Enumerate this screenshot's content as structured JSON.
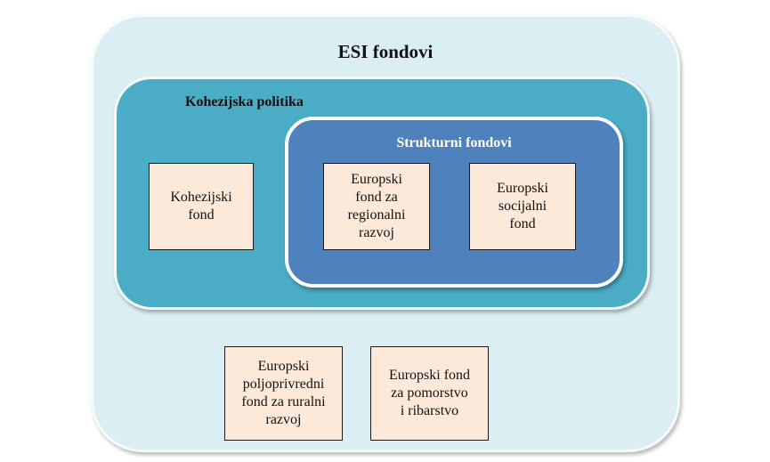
{
  "diagram": {
    "outer": {
      "title": "ESI fondovi"
    },
    "cohesion_policy": {
      "title": "Kohezijska politika"
    },
    "structural_funds": {
      "title": "Strukturni fondovi"
    },
    "funds": {
      "kohezijski": "Kohezijski\nfond",
      "regionalni": "Europski\nfond za\nregionalni\nrazvoj",
      "socijalni": "Europski\nsocijalni\nfond",
      "ruralni": "Europski\npoljoprivredni\nfond za ruralni\nrazvoj",
      "ribarstvo": "Europski fond\nza pomorstvo\ni ribarstvo"
    },
    "colors": {
      "outer_fill": "#daeef4",
      "cohesion_fill": "#4bacc6",
      "structural_fill": "#4f81bd",
      "fund_fill": "#fde9d9"
    }
  }
}
